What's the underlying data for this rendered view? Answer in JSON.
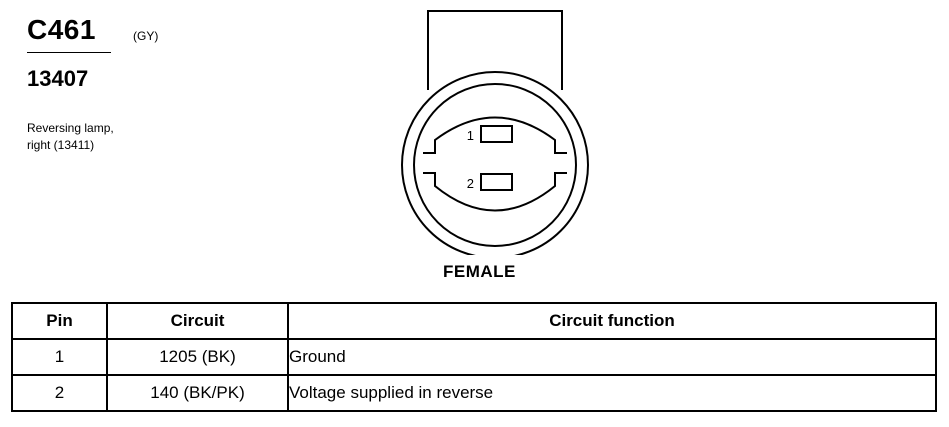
{
  "connector": {
    "id": "C461",
    "color_code": "(GY)",
    "part_number": "13407",
    "description_line1": "Reversing lamp,",
    "description_line2": "right (13411)",
    "face": "FEMALE"
  },
  "pin_labels": [
    "1",
    "2"
  ],
  "table": {
    "headers": [
      "Pin",
      "Circuit",
      "Circuit function"
    ],
    "rows": [
      {
        "pin": "1",
        "circuit": "1205 (BK)",
        "function": "Ground"
      },
      {
        "pin": "2",
        "circuit": "140 (BK/PK)",
        "function": "Voltage supplied in reverse"
      }
    ]
  }
}
